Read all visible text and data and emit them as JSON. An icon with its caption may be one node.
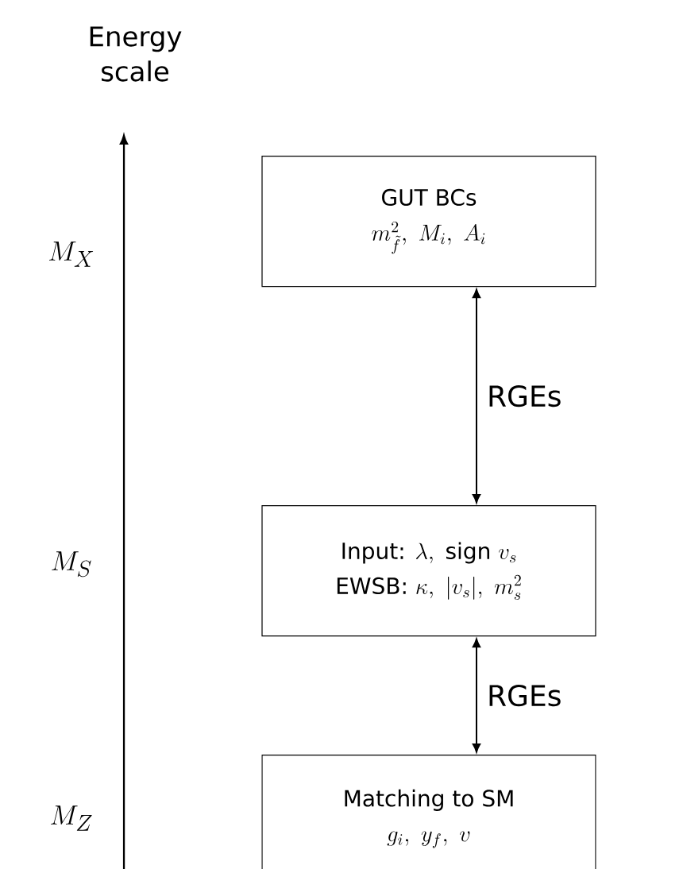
{
  "diagram": {
    "nodes": [
      {
        "text": [
          "GUT BCs",
          "m_{\\tilde f}^2,\\ M_i,\\ A_i"
        ]
      },
      {
        "text": [
          "\\text{Input: }\\lambda,\\ \\text{sign}\\ v_s",
          "\\text{EWSB: }\\kappa,\\ |v_s|,\\ m_s^2"
        ]
      },
      {
        "text": [
          "Matching to SM",
          "g_i,\\ y_f,\\ v"
        ]
      }
    ],
    "edges": [
      {
        "from": 0,
        "to": 1,
        "arrow": "both",
        "label": "RGEs"
      },
      {
        "from": 1,
        "to": 2,
        "arrow": "both",
        "label": "RGEs"
      }
    ],
    "labels": [
      "Energy scale",
      "M_X",
      "M_S",
      "M_Z"
    ]
  }
}
